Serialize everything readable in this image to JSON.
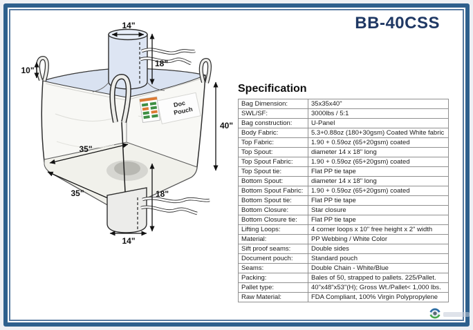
{
  "title": "BB-40CSS",
  "spec": {
    "heading": "Specification",
    "rows": [
      {
        "label": "Bag Dimension:",
        "value": "35x35x40\""
      },
      {
        "label": "SWL/SF:",
        "value": "3000lbs / 5:1"
      },
      {
        "label": "Bag construction:",
        "value": "U-Panel"
      },
      {
        "label": "Body Fabric:",
        "value": "5.3+0.88oz (180+30gsm) Coated White fabric"
      },
      {
        "label": "Top Fabric:",
        "value": "1.90 + 0.59oz (65+20gsm) coated"
      },
      {
        "label": "Top Spout:",
        "value": "diameter 14 x 18\" long"
      },
      {
        "label": "Top Spout Fabric:",
        "value": "1.90 + 0.59oz (65+20gsm) coated"
      },
      {
        "label": "Top Spout tie:",
        "value": "Flat PP tie tape"
      },
      {
        "label": "Bottom Spout:",
        "value": "diameter 14 x 18\" long"
      },
      {
        "label": "Bottom Spout Fabric:",
        "value": "1.90 + 0.59oz (65+20gsm) coated"
      },
      {
        "label": "Bottom Spout tie:",
        "value": "Flat PP tie tape"
      },
      {
        "label": "Bottom Closure:",
        "value": "Star closure"
      },
      {
        "label": "Bottom Closure tie:",
        "value": "Flat PP tie tape"
      },
      {
        "label": "Lifting Loops:",
        "value": "4 corner loops x 10\" free height x 2\" width"
      },
      {
        "label": "Material:",
        "value": "PP Webbing / White Color"
      },
      {
        "label": "Sift proof seams:",
        "value": "Double sides"
      },
      {
        "label": "Document pouch:",
        "value": "Standard pouch"
      },
      {
        "label": "Seams:",
        "value": "Double Chain - White/Blue"
      },
      {
        "label": "Packing:",
        "value": "Bales of 50, strapped to pallets. 225/Pallet."
      },
      {
        "label": "Pallet type:",
        "value": "40\"x48\"x53\"(H); Gross Wt./Pallet< 1,000 lbs."
      },
      {
        "label": "Raw Material:",
        "value": "FDA Compliant, 100% Virgin Polypropylene"
      }
    ]
  },
  "diagram": {
    "labels": {
      "top_spout_diameter": "14\"",
      "top_spout_length": "18\"",
      "loop_height": "10\"",
      "bag_height": "40\"",
      "bag_width": "35\"",
      "bag_depth": "35\"",
      "bottom_spout_length": "18\"",
      "bottom_spout_diameter": "14\"",
      "doc_pouch_line1": "Doc",
      "doc_pouch_line2": "Pouch"
    }
  },
  "colors": {
    "frame": "#2e608d",
    "title_text": "#1f3864",
    "bag_top_face": "#d9e2f1",
    "table_border": "#8f8f8f"
  }
}
